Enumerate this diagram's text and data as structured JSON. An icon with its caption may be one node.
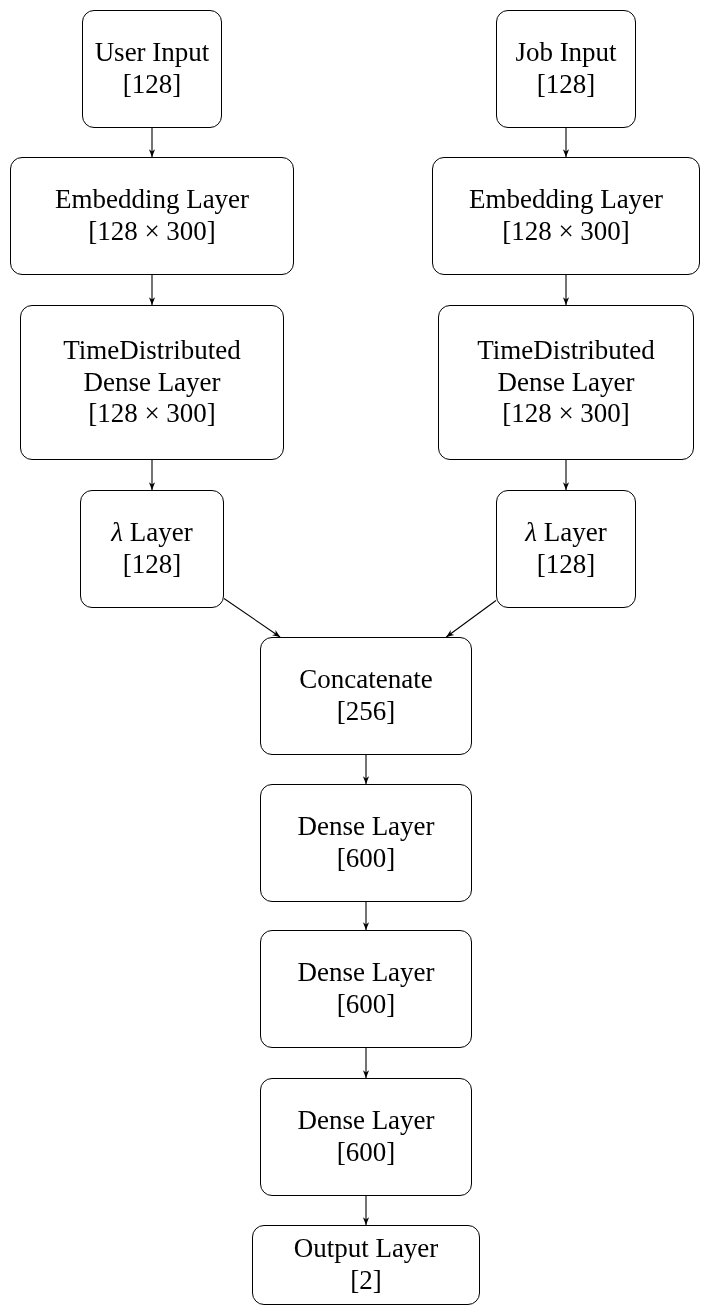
{
  "diagram": {
    "nodes": [
      {
        "text": [
          "User Input",
          "[128]"
        ]
      },
      {
        "text": [
          "Job Input",
          "[128]"
        ]
      },
      {
        "text": [
          "Embedding Layer",
          "[128 × 300]"
        ]
      },
      {
        "text": [
          "Embedding Layer",
          "[128 × 300]"
        ]
      },
      {
        "text": [
          "TimeDistributed Dense Layer",
          "[128 × 300]"
        ]
      },
      {
        "text": [
          "TimeDistributed Dense Layer",
          "[128 × 300]"
        ]
      },
      {
        "text": [
          "*λ* Layer",
          "[128]"
        ]
      },
      {
        "text": [
          "*λ* Layer",
          "[128]"
        ]
      },
      {
        "text": [
          "Concatenate",
          "[256]"
        ]
      },
      {
        "text": [
          "Dense Layer",
          "[600]"
        ]
      },
      {
        "text": [
          "Dense Layer",
          "[600]"
        ]
      },
      {
        "text": [
          "Dense Layer",
          "[600]"
        ]
      },
      {
        "text": [
          "Output Layer",
          "[2]"
        ]
      }
    ],
    "edges": [
      {
        "from": 0,
        "to": 2,
        "arrow": "to"
      },
      {
        "from": 2,
        "to": 4,
        "arrow": "to"
      },
      {
        "from": 4,
        "to": 6,
        "arrow": "to"
      },
      {
        "from": 6,
        "to": 8,
        "arrow": "to"
      },
      {
        "from": 1,
        "to": 3,
        "arrow": "to"
      },
      {
        "from": 3,
        "to": 5,
        "arrow": "to"
      },
      {
        "from": 5,
        "to": 7,
        "arrow": "to"
      },
      {
        "from": 7,
        "to": 8,
        "arrow": "to"
      },
      {
        "from": 8,
        "to": 9,
        "arrow": "to"
      },
      {
        "from": 9,
        "to": 10,
        "arrow": "to"
      },
      {
        "from": 10,
        "to": 11,
        "arrow": "to"
      },
      {
        "from": 11,
        "to": 12,
        "arrow": "to"
      }
    ]
  }
}
